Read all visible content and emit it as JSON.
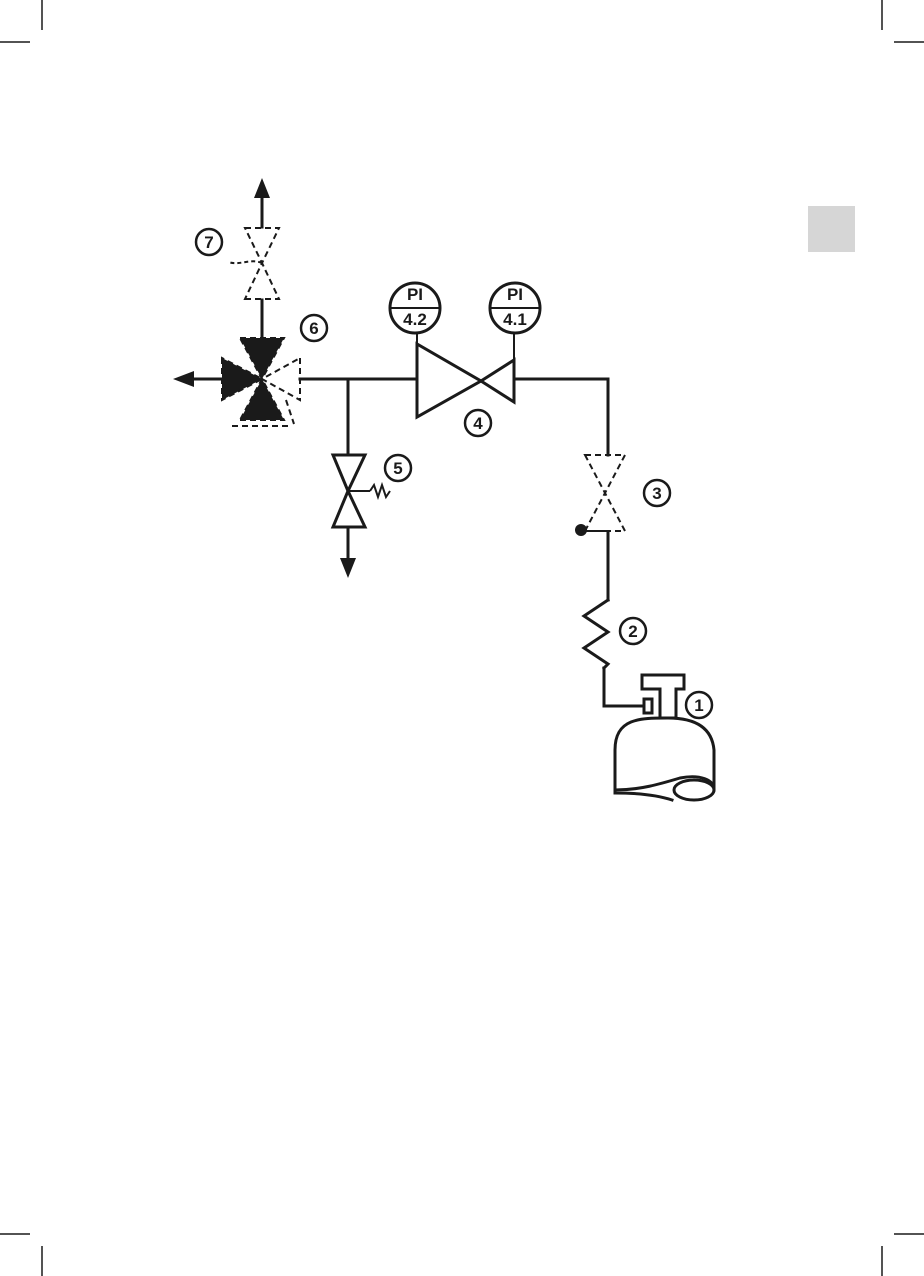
{
  "page": {
    "tab_color": "#d6d6d6",
    "line_color": "#1a1a1a"
  },
  "callouts": {
    "c1": "1",
    "c2": "2",
    "c3": "3",
    "c4": "4",
    "c5": "5",
    "c6": "6",
    "c7": "7"
  },
  "gauges": {
    "g1": {
      "top": "PI",
      "bottom": "4.1"
    },
    "g2": {
      "top": "PI",
      "bottom": "4.2"
    }
  }
}
